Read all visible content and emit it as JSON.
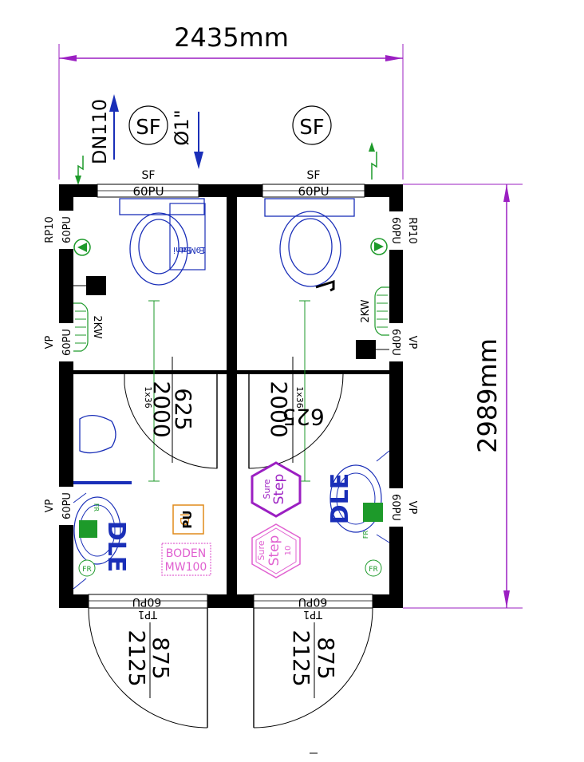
{
  "dimensions": {
    "width": "2435mm",
    "height": "2989mm"
  },
  "colors": {
    "purple": "#9b1fc2",
    "blue": "#1a2fb8",
    "green": "#1d9a2a",
    "orange": "#e08a1a",
    "pink": "#e060d0",
    "wall": "#000000"
  },
  "top_notes": {
    "sf_left": "SF",
    "sf_right": "SF",
    "dn110": "DN110",
    "pipe_left": "Ø1\""
  },
  "windows": {
    "sf_left_label": "SF",
    "sf_left_code": "60PU",
    "sf_right_label": "SF",
    "sf_right_code": "60PU"
  },
  "left_wall": {
    "rp10": "RP10",
    "pu60_a": "60PU",
    "vp_a": "VP",
    "pu60_b": "60PU",
    "vp_b": "VP",
    "pu60_c": "60PU"
  },
  "right_wall": {
    "rp10": "RP10",
    "pu60_a": "60PU",
    "vp_a": "VP",
    "pu60_b": "60PU",
    "vp_b": "VP",
    "pu60_c": "60PU"
  },
  "heaters": {
    "left": "2KW",
    "right": "2KW"
  },
  "sanit": {
    "line1": "Sani",
    "line2": "E-Mat",
    "line3": "10"
  },
  "inner_doors": {
    "left": {
      "width": "625",
      "height": "2000",
      "panel": "1x36"
    },
    "right": {
      "width": "625",
      "height": "2000",
      "panel": "1x36"
    }
  },
  "outer_doors": {
    "left": {
      "code": "60PU",
      "tp": "TP1",
      "width": "875",
      "height": "2125"
    },
    "right": {
      "code": "60PU",
      "tp": "TP1",
      "width": "875",
      "height": "2125"
    }
  },
  "symbols": {
    "sure_step_a": {
      "l1": "Sure",
      "l2": "Step"
    },
    "sure_step_b": {
      "l1": "Sure",
      "l2": "Step",
      "l3": "10"
    },
    "dle_left": "DLE",
    "dle_right": "DLE",
    "fr_labels": [
      "FR",
      "FR",
      "FR",
      "FR"
    ],
    "id_pu": {
      "id": "ID",
      "pu": "PU"
    },
    "boden": {
      "l1": "BODEN",
      "l2": "MW100"
    }
  }
}
